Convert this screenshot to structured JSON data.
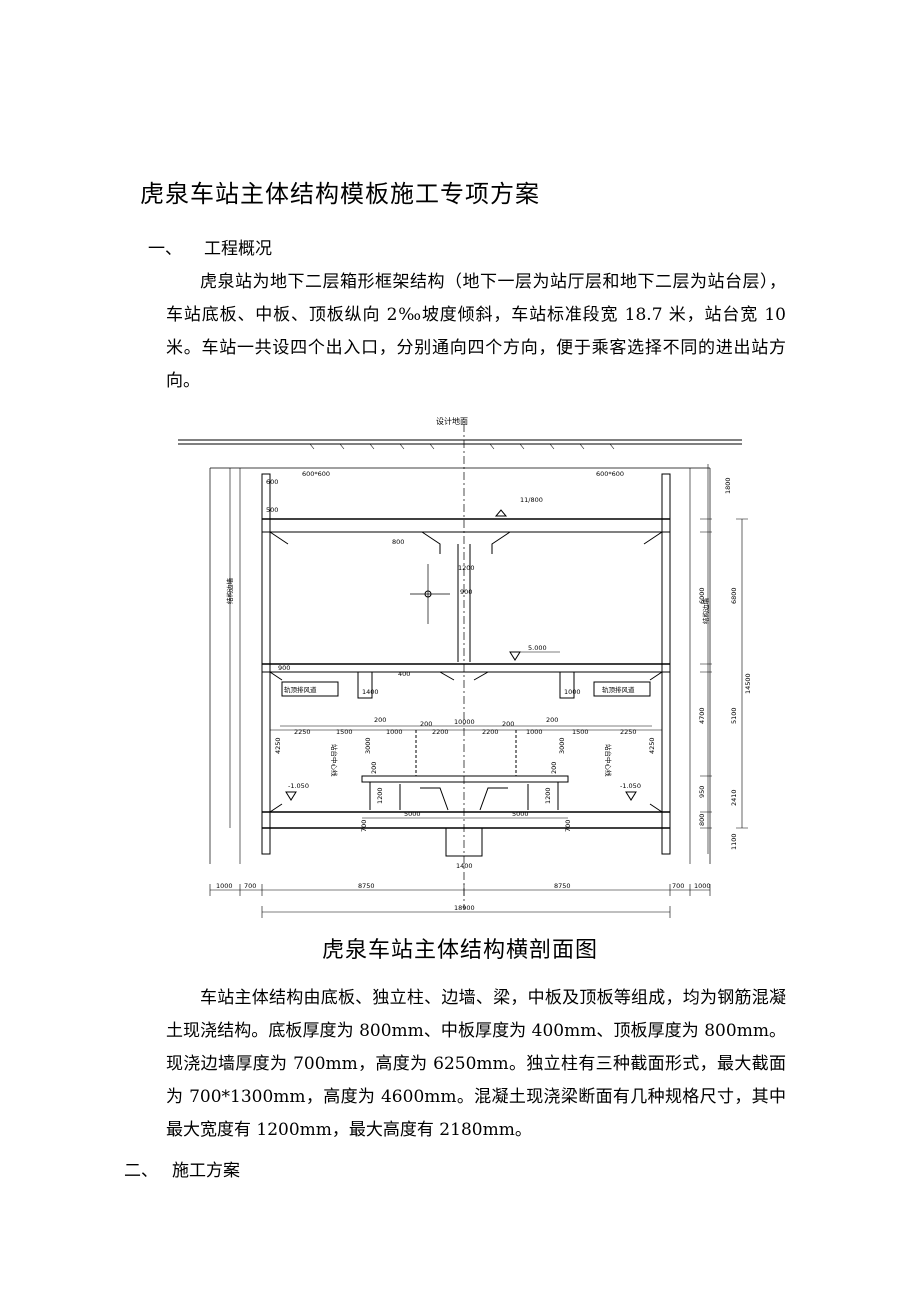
{
  "document": {
    "title": "虎泉车站主体结构模板施工专项方案",
    "section1": {
      "number": "一、",
      "heading": "工程概况"
    },
    "para1": "虎泉站为地下二层箱形框架结构（地下一层为站厅层和地下二层为站台层），车站底板、中板、顶板纵向 2‰坡度倾斜，车站标准段宽 18.7 米，站台宽 10 米。车站一共设四个出入口，分别通向四个方向，便于乘客选择不同的进出站方向。",
    "figure": {
      "ground_label": "设计地面",
      "caption": "虎泉车站主体结构横剖面图",
      "labels": {
        "haunch_left": "600*600",
        "haunch_right": "600*600",
        "slope": "11/800",
        "level_mid": "5.000",
        "level_left": "-1.050",
        "level_right": "-1.050",
        "duct_left": "轨顶排风道",
        "duct_right": "轨顶排风道",
        "platform_left": "站台中心线",
        "platform_right": "站台中心线",
        "wall_left": "结构边墙",
        "wall_right": "结构边墙"
      },
      "dimensions": {
        "top_d1": "600",
        "top_d2": "500",
        "top_d3": "800",
        "top_d4": "1200",
        "top_d5": "900",
        "mid_d1": "400",
        "mid_d2": "900",
        "mid_d3": "1400",
        "mid_d4": "1000",
        "plat_2250_l": "2250",
        "plat_1500_l": "1500",
        "plat_200_a": "200",
        "plat_1000_l": "1000",
        "plat_200_b": "200",
        "plat_2200_l": "2200",
        "plat_10000": "10000",
        "plat_2200_r": "2200",
        "plat_200_c": "200",
        "plat_1000_r": "1000",
        "plat_200_d": "200",
        "plat_1500_r": "1500",
        "plat_2250_r": "2250",
        "v_4250_l": "4250",
        "v_3000_l": "3000",
        "v_3000_r": "3000",
        "v_4250_r": "4250",
        "v_200_l": "200",
        "v_200_r": "200",
        "v_1200_l": "1200",
        "v_1200_r": "1200",
        "bot_5000_l": "5000",
        "bot_5000_r": "5000",
        "bot_1400": "1400",
        "bot_700_l": "700",
        "bot_700_r": "700",
        "right_1800": "1800",
        "right_6000": "6000",
        "right_6800": "6800",
        "right_4700": "4700",
        "right_5100": "5100",
        "right_14500": "14500",
        "right_950": "950",
        "right_2410": "2410",
        "right_800": "800",
        "right_1100": "1100",
        "left_1000": "1000",
        "left_700": "700",
        "span_8750_l": "8750",
        "span_8750_r": "8750",
        "span_700_r": "700",
        "span_1000_r": "1000",
        "total_18900": "18900"
      }
    },
    "para2": "车站主体结构由底板、独立柱、边墙、梁，中板及顶板等组成，均为钢筋混凝土现浇结构。底板厚度为 800mm、中板厚度为 400mm、顶板厚度为 800mm。现浇边墙厚度为 700mm，高度为 6250mm。独立柱有三种截面形式，最大截面为 700*1300mm，高度为 4600mm。混凝土现浇梁断面有几种规格尺寸，其中最大宽度有 1200mm，最大高度有 2180mm。",
    "section2": {
      "number": "二、",
      "heading": "施工方案"
    }
  }
}
